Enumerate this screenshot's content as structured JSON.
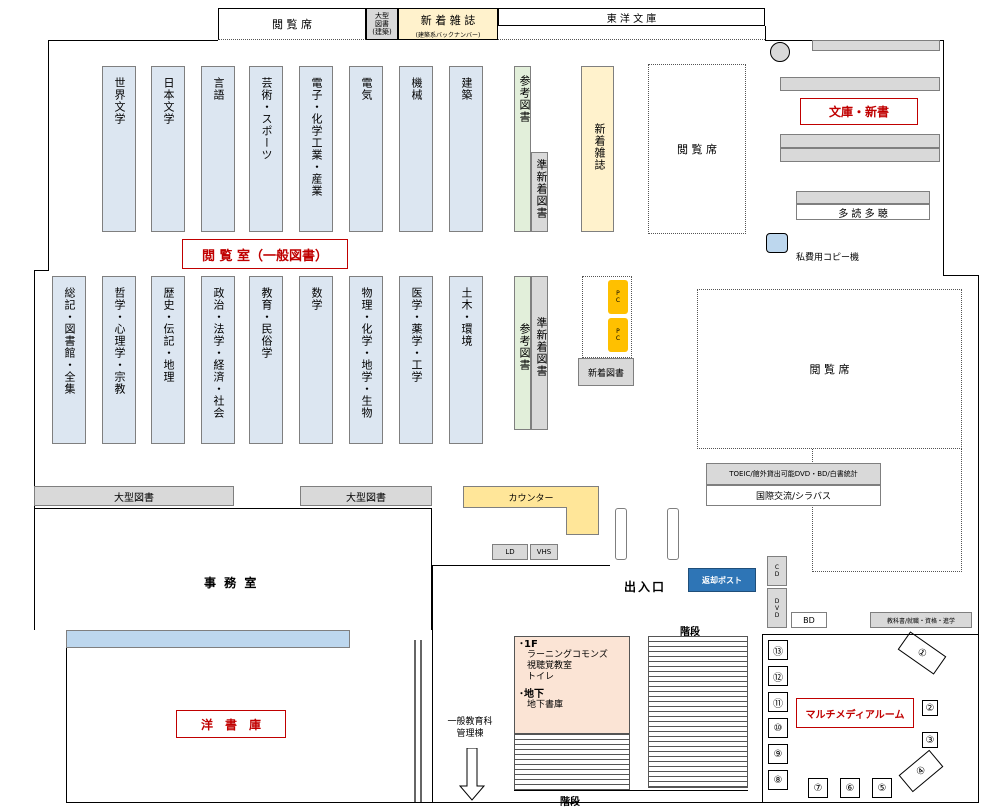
{
  "top": {
    "reading_seats": "閲 覧 席",
    "large_books": "大型\n図書\n(建築)",
    "new_magazines": "新 着 雑 誌",
    "new_magazines_sub": "(建築系バックナンバー)",
    "toyo_bunko": "東 洋 文 庫"
  },
  "shelves_upper": [
    {
      "label": "世界文学"
    },
    {
      "label": "日本文学"
    },
    {
      "label": "言語"
    },
    {
      "label": "芸術・スポーツ"
    },
    {
      "label": "電子・化学工業・産業"
    },
    {
      "label": "電気"
    },
    {
      "label": "機械"
    },
    {
      "label": "建築"
    }
  ],
  "shelves_lower": [
    {
      "label": "総記・図書館・全集"
    },
    {
      "label": "哲学・心理学・宗教"
    },
    {
      "label": "歴史・伝記・地理"
    },
    {
      "label": "政治・法学・経済・社会"
    },
    {
      "label": "教育・民俗学"
    },
    {
      "label": "数学"
    },
    {
      "label": "物理・化学・地学・生物"
    },
    {
      "label": "医学・薬学・工学"
    },
    {
      "label": "土木・環境"
    }
  ],
  "reference_upper": "参考図書",
  "semi_new_upper": "準新着図書",
  "new_magazines_vertical": "新着雑誌",
  "reading_seats_center": "閲 覧 席",
  "reading_room": "閲 覧 室（一般図書）",
  "reference_lower": "参考図書",
  "semi_new_lower": "準新着図書",
  "pc1": "P\nC",
  "pc2": "P\nC",
  "new_books": "新着図書",
  "bunko": "文庫・新書",
  "tadoku": "多 読 多 聴",
  "copy_machine": "私費用コピー機",
  "reading_seats_right": "閲 覧 席",
  "toeic": "TOEIC/館外貸出可能DVD・BD/白書統計",
  "intl": "国際交流/シラバス",
  "large_books_left": "大型図書",
  "large_books_right": "大型図書",
  "counter": "カウンター",
  "ld": "LD",
  "vhs": "VHS",
  "office": "事 務 室",
  "entrance": "出入口",
  "return_post": "返却ポスト",
  "cd": "C\nD",
  "dvd": "D\nV\nD",
  "bd": "BD",
  "textbooks": "教科書/就職・資格・進学",
  "stairs_top": "階段",
  "stairs_bottom": "階段",
  "floor_info": {
    "f1": "･1F",
    "f1_items": [
      "ラーニングコモンズ",
      "視聴覚教室",
      "トイレ"
    ],
    "b1": "･地下",
    "b1_items": [
      "地下書庫"
    ]
  },
  "general_building": "一般教育科\n管理棟",
  "western_stack": "洋　書　庫",
  "multimedia": "マルチメディアルーム",
  "booths_left": [
    "⑬",
    "⑫",
    "⑪",
    "⑩",
    "⑨",
    "⑧"
  ],
  "booths_bottom": [
    "⑦",
    "⑥",
    "⑤"
  ],
  "booths_right": [
    "①",
    "②",
    "③",
    "④"
  ],
  "colors": {
    "shelf": "#dce6f1",
    "reference": "#e2efda",
    "magazine": "#fff2cc",
    "counter": "#ffe699",
    "floor_info": "#fbe4d5",
    "return_post": "#2e75b6",
    "accent_red": "#c00000"
  }
}
